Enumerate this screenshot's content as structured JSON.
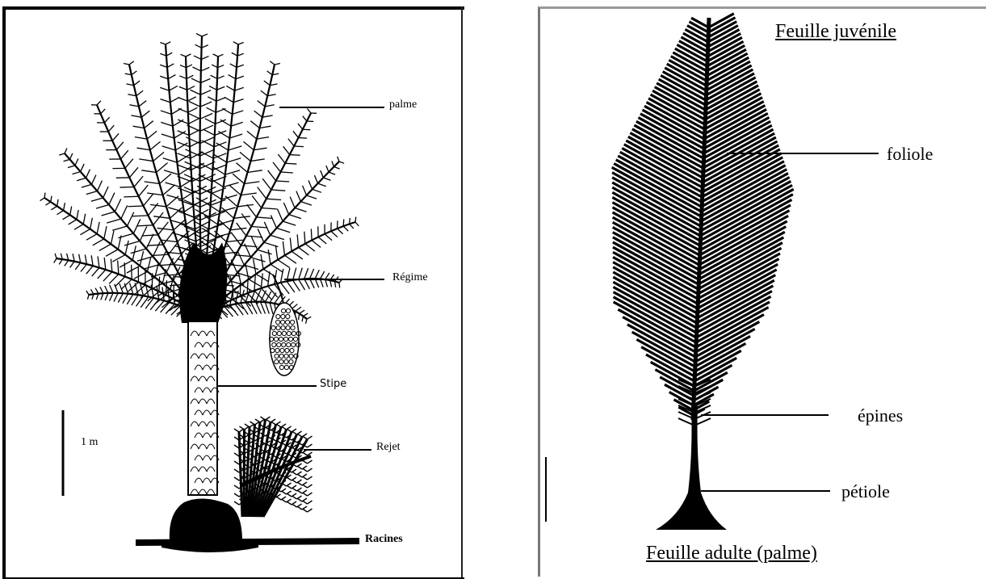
{
  "left": {
    "labels": {
      "palme": "palme",
      "regime": "Régime",
      "stipe": "Stipe",
      "rejet": "Rejet",
      "racines": "Racines",
      "scale": "1 m"
    }
  },
  "right": {
    "title_top": "Feuille juvénile",
    "title_bottom": "Feuille adulte (palme)",
    "labels": {
      "foliole": "foliole",
      "epines": "épines",
      "petiole": "pétiole"
    }
  }
}
